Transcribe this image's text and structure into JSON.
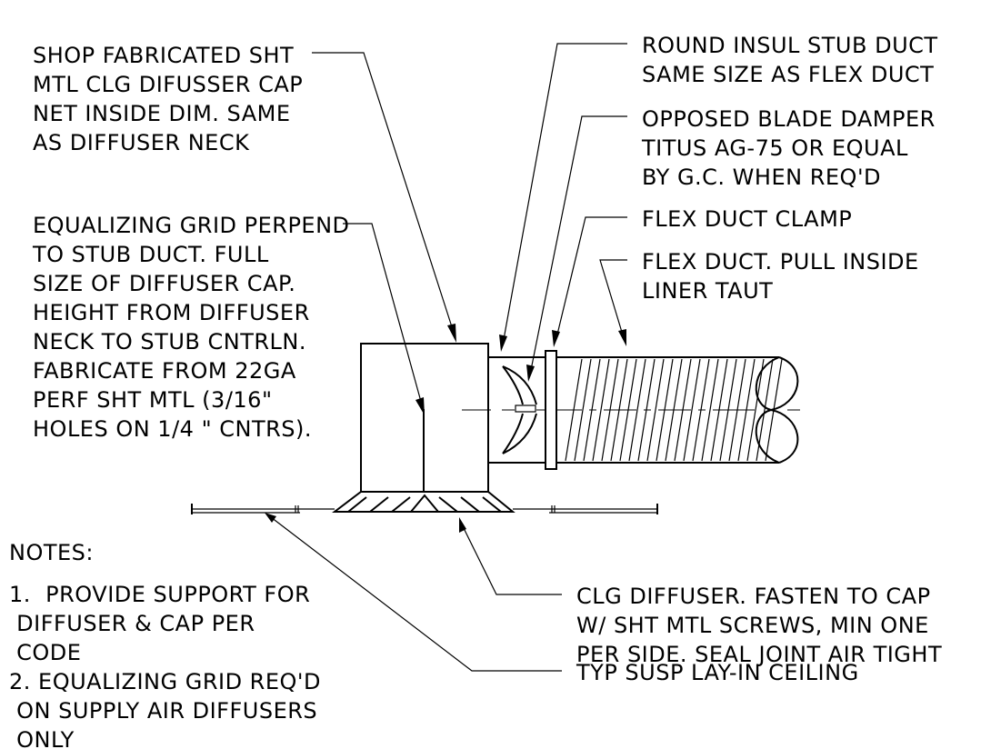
{
  "callouts": {
    "cap": [
      "SHOP FABRICATED SHT",
      "MTL CLG DIFUSSER CAP",
      "NET INSIDE DIM. SAME",
      "AS DIFFUSER NECK"
    ],
    "grid": [
      "EQUALIZING GRID PERPEND",
      "TO STUB DUCT. FULL",
      "SIZE OF DIFFUSER CAP.",
      "HEIGHT FROM DIFFUSER",
      "NECK TO STUB CNTRLN.",
      "FABRICATE FROM 22GA",
      "PERF SHT MTL (3/16\"",
      "HOLES ON  1/4 \" CNTRS)."
    ],
    "stub": [
      "ROUND INSUL STUB DUCT",
      "SAME SIZE AS FLEX DUCT"
    ],
    "damper": [
      "OPPOSED BLADE DAMPER",
      "TITUS AG-75 OR EQUAL",
      "BY G.C. WHEN REQ'D"
    ],
    "clamp": [
      "FLEX DUCT CLAMP"
    ],
    "flex": [
      "FLEX DUCT. PULL INSIDE",
      "LINER TAUT"
    ],
    "diffuser": [
      "CLG DIFFUSER.  FASTEN TO CAP",
      "W/ SHT MTL SCREWS,  MIN ONE",
      "PER SIDE.  SEAL JOINT AIR TIGHT"
    ],
    "ceiling": [
      "TYP SUSP LAY-IN CEILING"
    ]
  },
  "notes": {
    "heading": "NOTES:",
    "items": [
      [
        "1.  PROVIDE SUPPORT FOR",
        " DIFFUSER & CAP PER",
        " CODE"
      ],
      [
        "2. EQUALIZING GRID REQ'D",
        " ON SUPPLY AIR DIFFUSERS",
        " ONLY"
      ]
    ]
  }
}
